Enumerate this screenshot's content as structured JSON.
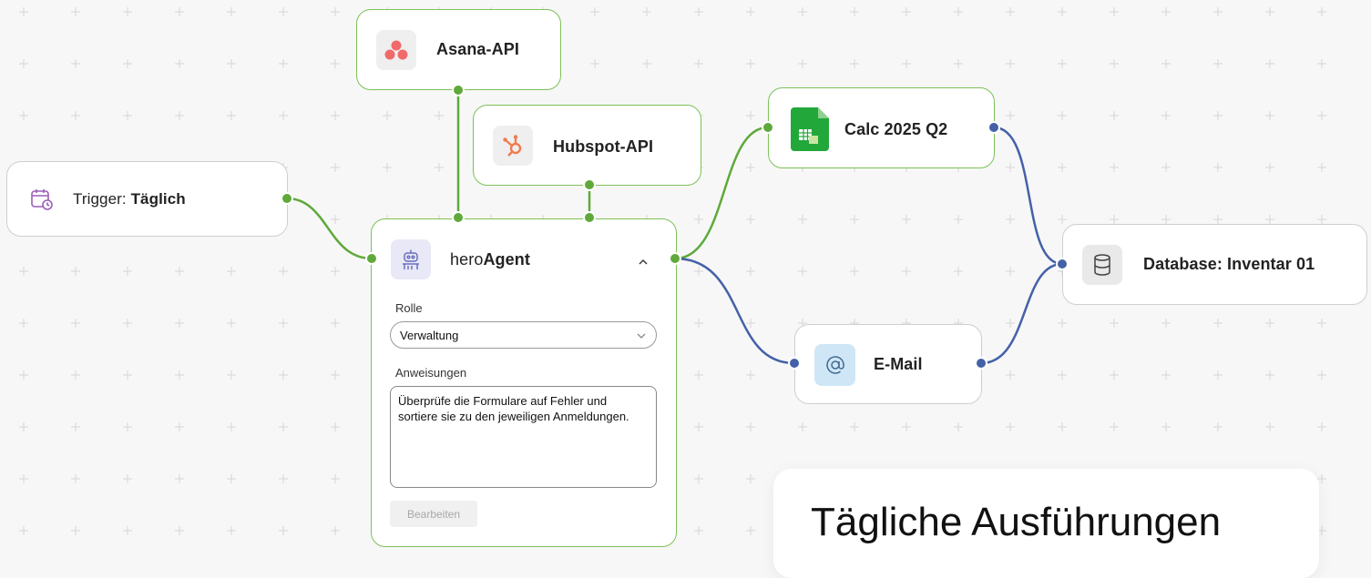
{
  "colors": {
    "green": "#5ea93a",
    "blue": "#4461a8",
    "border_green": "#7cc157"
  },
  "nodes": {
    "trigger": {
      "prefix": "Trigger: ",
      "value": "Täglich",
      "icon": "calendar-clock-icon"
    },
    "asana": {
      "label": "Asana-API",
      "icon": "asana-icon"
    },
    "hubspot": {
      "label": "Hubspot-API",
      "icon": "hubspot-icon"
    },
    "agent": {
      "prefix": "hero",
      "name": "Agent",
      "icon": "robot-icon",
      "collapse_icon": "chevron-up-icon",
      "role_label": "Rolle",
      "role_value": "Verwaltung",
      "instructions_label": "Anweisungen",
      "instructions_text": "Überprüfe die Formulare auf Fehler und sortiere sie zu den jeweiligen Anmeldungen.",
      "edit_button": "Bearbeiten"
    },
    "calc": {
      "label": "Calc 2025 Q2",
      "icon": "spreadsheet-icon"
    },
    "email": {
      "label": "E-Mail",
      "icon": "at-sign-icon"
    },
    "database": {
      "label": "Database: Inventar 01",
      "icon": "database-icon"
    }
  },
  "panel": {
    "title": "Tägliche Ausführungen"
  }
}
